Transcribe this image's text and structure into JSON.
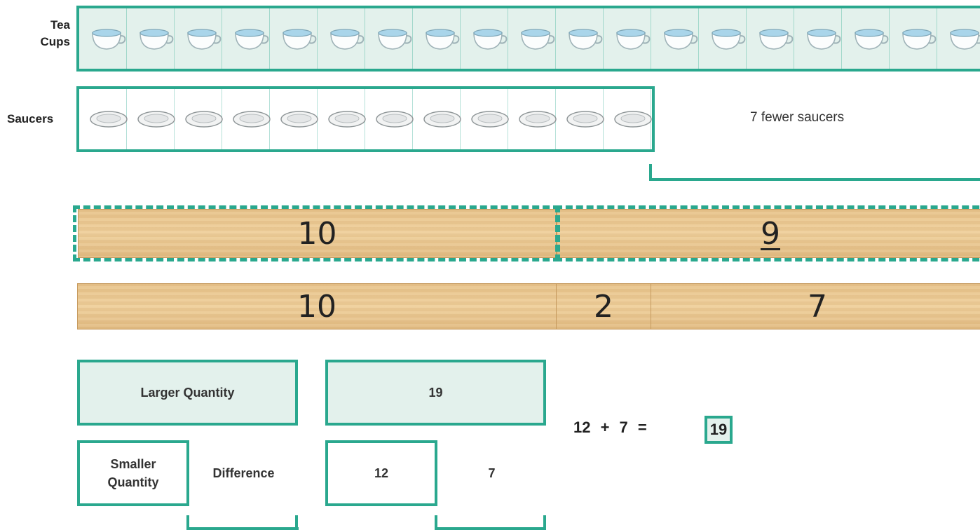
{
  "rows": {
    "cups_label": "Tea\nCups",
    "saucers_label": "Saucers",
    "cups_count": 19,
    "saucers_count": 12,
    "difference_text": "7 fewer saucers"
  },
  "bars": {
    "top": {
      "left": "10",
      "right": "9"
    },
    "bottom": {
      "left": "10",
      "middle": "2",
      "right": "7"
    }
  },
  "boxes": {
    "larger_label": "Larger Quantity",
    "larger_value": "19",
    "smaller_label": "Smaller\nQuantity",
    "smaller_value": "12",
    "difference_label": "Difference",
    "difference_value": "7"
  },
  "equation": {
    "text": "12 + 7 =",
    "answer": "19"
  },
  "colors": {
    "accent": "#2aa88e",
    "fill": "#e3f1ec",
    "wood": "#e8c48c"
  }
}
